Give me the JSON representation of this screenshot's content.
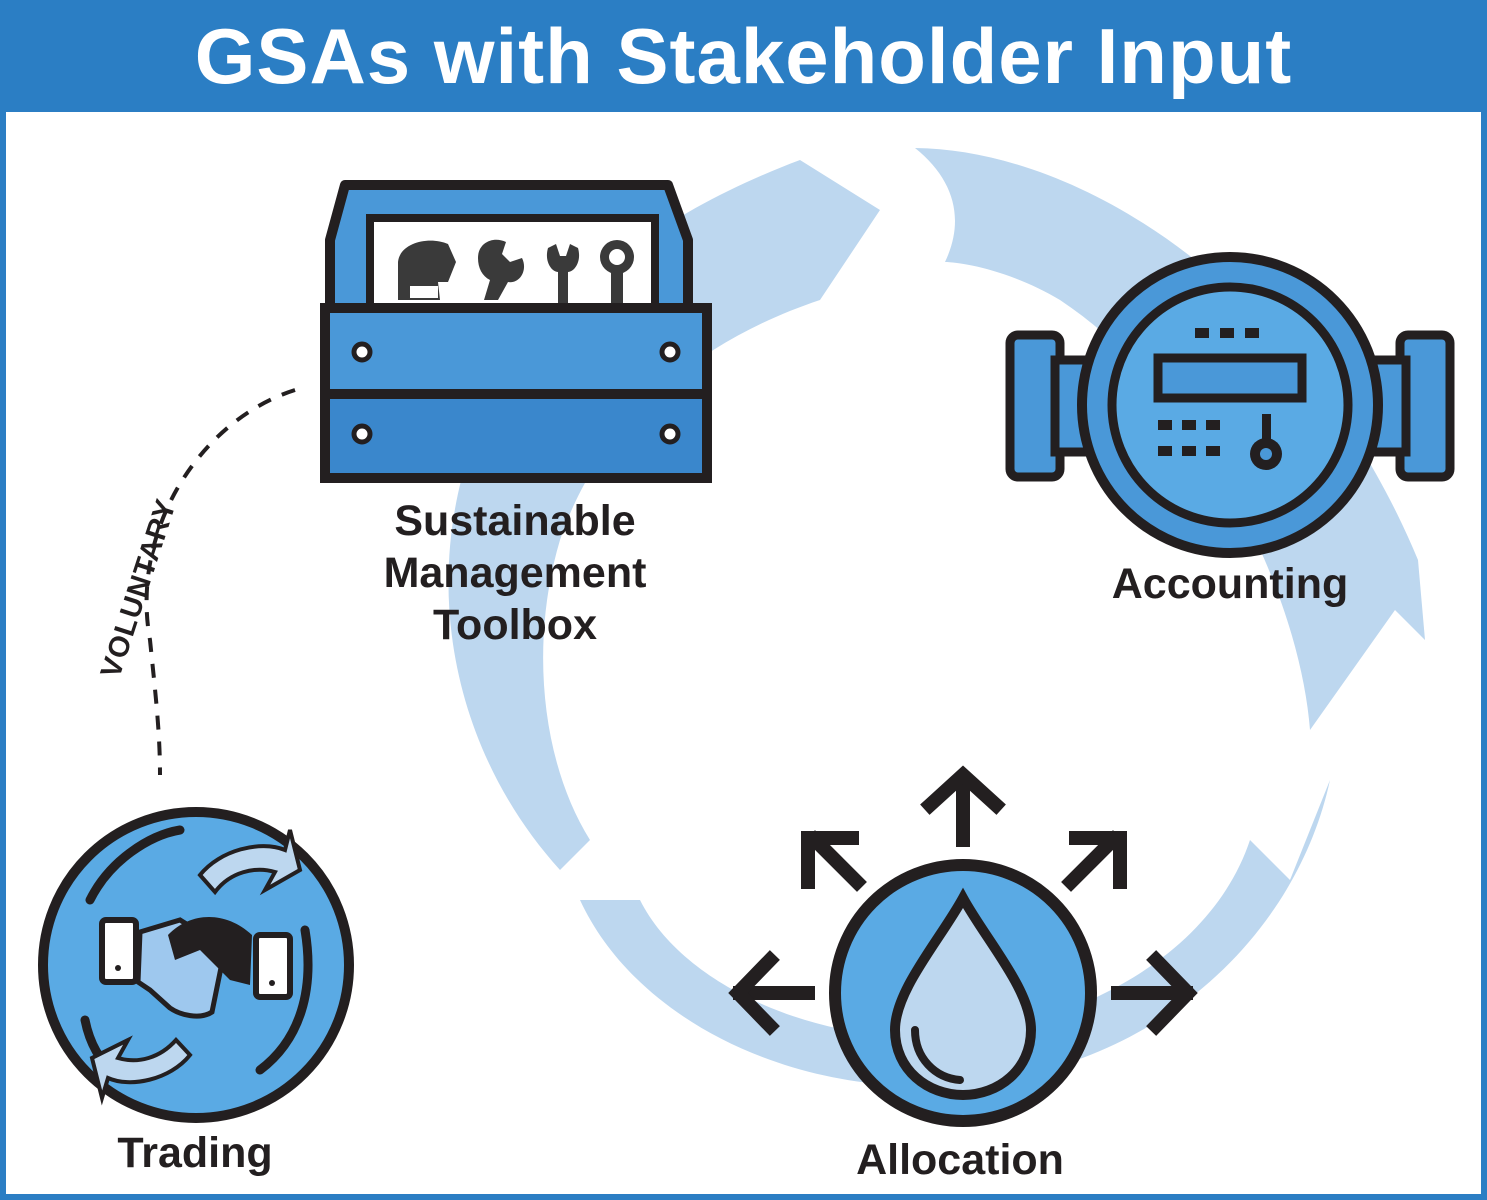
{
  "title": "GSAs with Stakeholder Input",
  "nodes": {
    "toolbox": {
      "label_line1": "Sustainable",
      "label_line2": "Management",
      "label_line3": "Toolbox",
      "icon": "toolbox-icon"
    },
    "accounting": {
      "label": "Accounting",
      "icon": "water-meter-icon"
    },
    "allocation": {
      "label": "Allocation",
      "icon": "water-drop-icon"
    },
    "trading": {
      "label": "Trading",
      "icon": "handshake-icon"
    }
  },
  "connector": {
    "label": "VOLUNTARY",
    "style": "dashed"
  },
  "colors": {
    "banner": "#2b7ec4",
    "cycle_arrows": "#bdd7ef",
    "icon_fill": "#4a98d8",
    "icon_fill_light": "#5aaae4",
    "outline": "#231f20"
  }
}
